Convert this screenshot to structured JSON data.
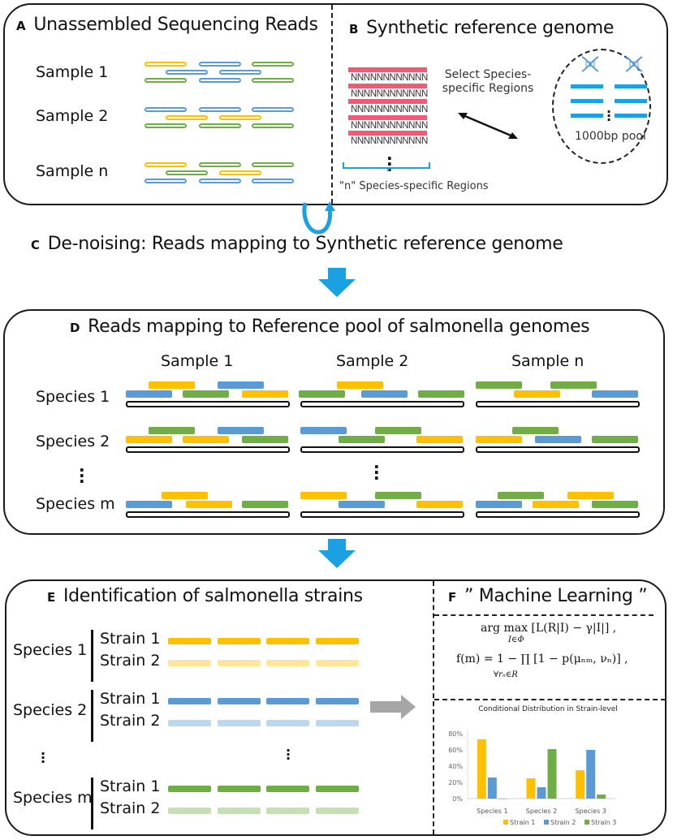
{
  "colors": {
    "yellow": "#ffc000",
    "blue": "#5b9bd5",
    "green": "#70ad47",
    "yellow_light": "#ffe699",
    "blue_light": "#bdd7ee",
    "green_light": "#c5e0b4",
    "pink": "#ef5b74",
    "arrow_blue": "#1ba1e2",
    "arrow_gray": "#a6a6a6"
  },
  "panelA": {
    "letter": "A",
    "title": "Unassembled Sequencing Reads",
    "samples": [
      "Sample 1",
      "Sample 2",
      "Sample n"
    ]
  },
  "panelB": {
    "letter": "B",
    "title": "Synthetic reference genome",
    "n_rows": [
      "NNNNNNNNNNNN",
      "NNNNNNNNNNNN",
      "NNNNNNNNNNNN",
      "NNNNNNNNNNNN",
      "NNNNNNNNNNNN"
    ],
    "select_label": "Select Species-specific Regions",
    "regions_label": "\"n\" Species-specific Regions",
    "pool_label": "1000bp pool"
  },
  "panelC": {
    "letter": "C",
    "title": "De-noising: Reads mapping to Synthetic reference genome"
  },
  "panelD": {
    "letter": "D",
    "title": "Reads mapping to Reference pool of salmonella genomes",
    "samples": [
      "Sample 1",
      "Sample 2",
      "Sample n"
    ],
    "species": [
      "Species 1",
      "Species 2",
      "Species m"
    ]
  },
  "panelE": {
    "letter": "E",
    "title": "Identification of salmonella strains",
    "species": [
      "Species 1",
      "Species 2",
      "Species m"
    ],
    "strains": [
      "Strain 1",
      "Strain 2"
    ]
  },
  "panelF": {
    "letter": "F",
    "title": "” Machine Learning ”",
    "eq1": "arg max [L(R|I) − γ|I|] ,",
    "eq1_sub": "I∈Φ",
    "eq2": "f(m) = 1 − ∏ [1 − p(μₙₘ, νₙ)] ,",
    "eq2_sub": "∀rₙ∈R"
  },
  "chart_data": {
    "type": "bar",
    "title": "Conditional Distribution  in Strain-level",
    "categories": [
      "Species 1",
      "Species 2",
      "Species 3"
    ],
    "series": [
      {
        "name": "Strain 1",
        "color": "#ffc000",
        "values": [
          0.73,
          0.25,
          0.35
        ]
      },
      {
        "name": "Strain 2",
        "color": "#5b9bd5",
        "values": [
          0.26,
          0.14,
          0.6
        ]
      },
      {
        "name": "Strain 3",
        "color": "#70ad47",
        "values": [
          0.0,
          0.61,
          0.05
        ]
      }
    ],
    "yticks": [
      "0%",
      "20%",
      "40%",
      "60%",
      "80%"
    ],
    "ylim": [
      0,
      0.8
    ],
    "xlabel": "",
    "ylabel": "",
    "legend": "bottom",
    "grid": false
  }
}
